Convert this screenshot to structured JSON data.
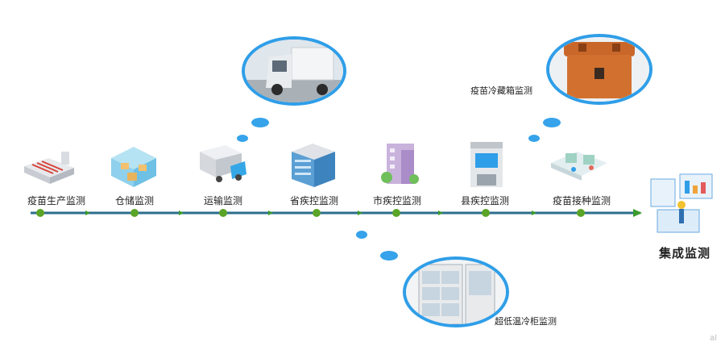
{
  "timeline": {
    "line_color": "#2c6e8c",
    "node_color": "#5aa428",
    "arrow_color": "#3a9b2a",
    "nodes": [
      {
        "label": "疫苗生产监测",
        "icon": "production-line-icon"
      },
      {
        "label": "仓储监测",
        "icon": "warehouse-icon"
      },
      {
        "label": "运输监测",
        "icon": "truck-icon"
      },
      {
        "label": "省疾控监测",
        "icon": "building-icon"
      },
      {
        "label": "市疾控监测",
        "icon": "building-icon"
      },
      {
        "label": "县疾控监测",
        "icon": "building-icon"
      },
      {
        "label": "疫苗接种监测",
        "icon": "clinic-icon"
      }
    ],
    "end": {
      "label": "集成监测",
      "icon": "dashboard-icon"
    }
  },
  "callouts": {
    "cold_box": {
      "label": "疫苗冷藏箱监测",
      "icon": "cold-box-icon"
    },
    "freezer": {
      "label": "超低温冷柜监测",
      "icon": "freezer-icon"
    },
    "truck_photo": {
      "icon": "truck-photo-icon"
    }
  },
  "watermark": "al"
}
